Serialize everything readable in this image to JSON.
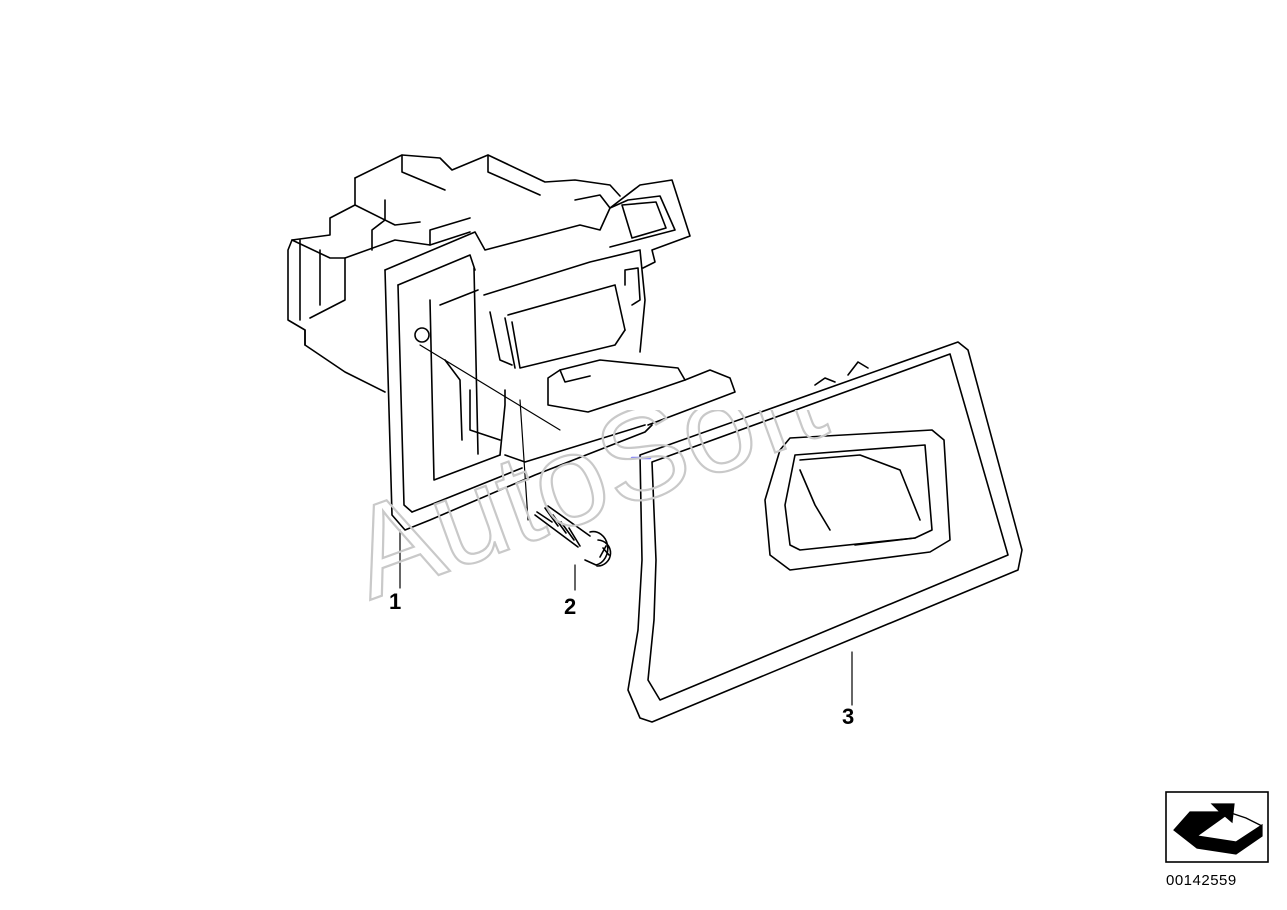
{
  "callouts": [
    {
      "id": "1",
      "label": "1"
    },
    {
      "id": "2",
      "label": "2"
    },
    {
      "id": "3",
      "label": "3"
    }
  ],
  "diagram_number": "00142559",
  "watermark": "AutoSoft",
  "nav_icon": "arrow-icon"
}
